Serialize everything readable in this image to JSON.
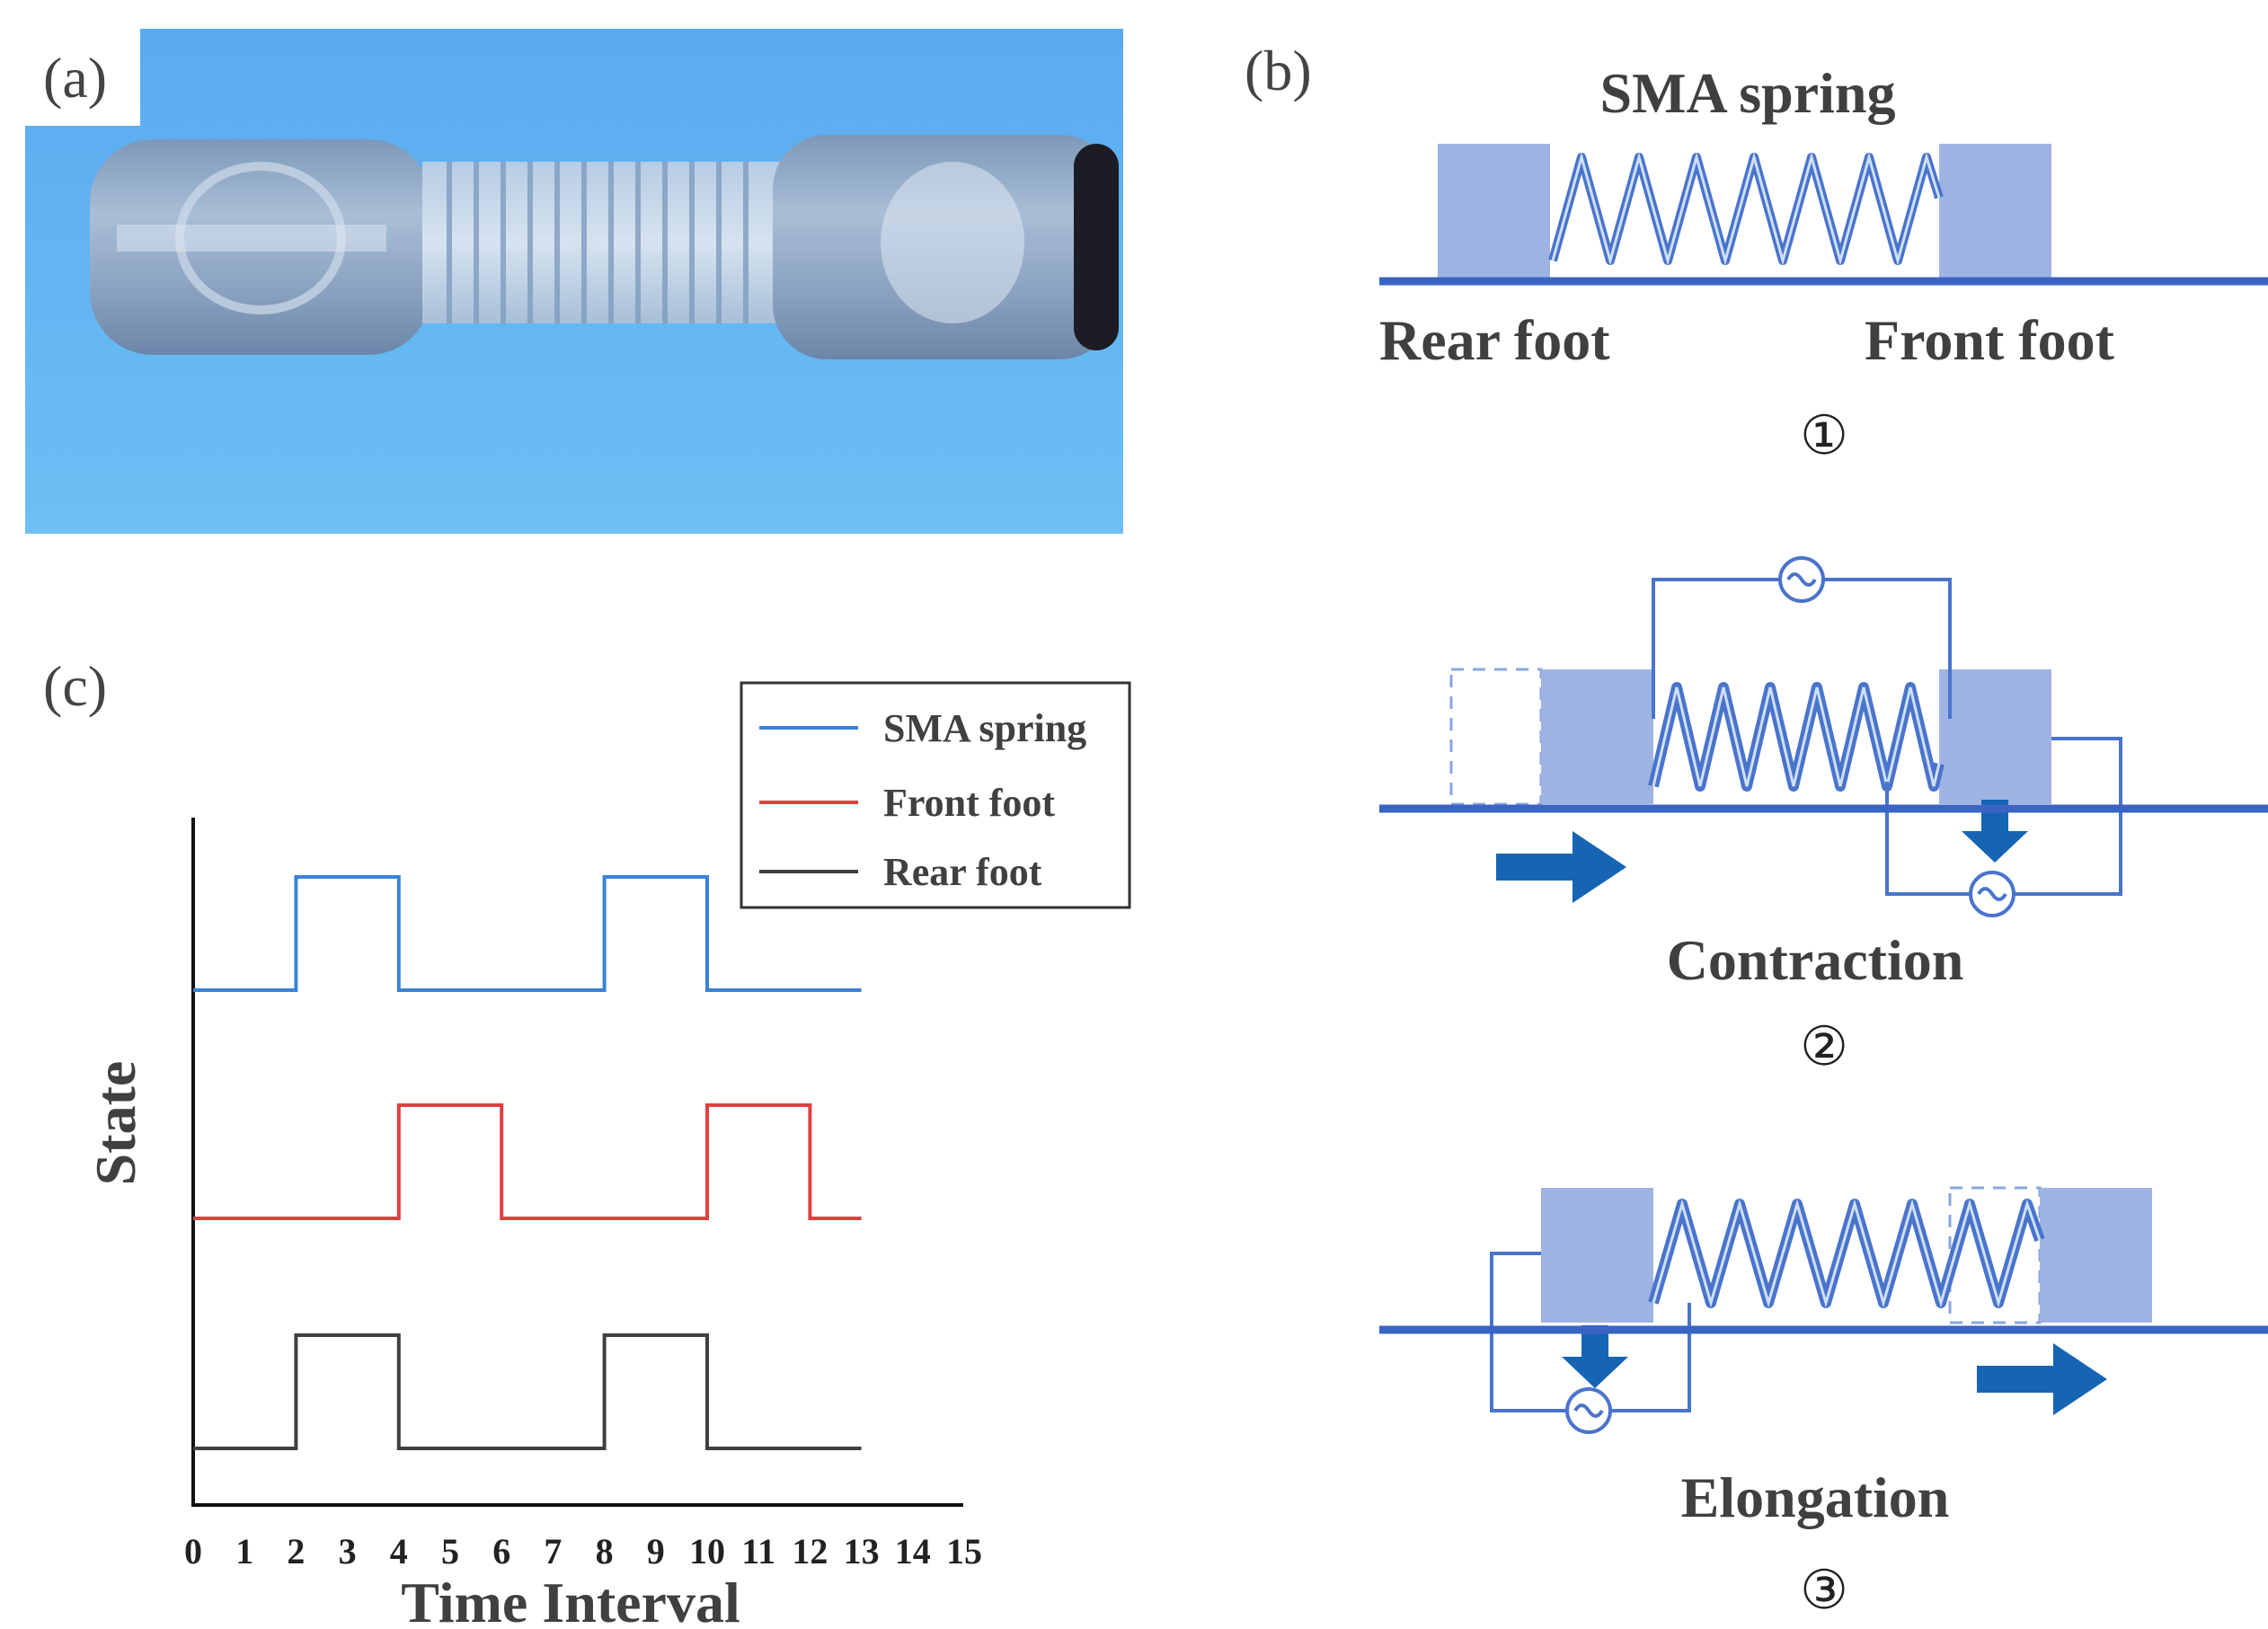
{
  "panels": {
    "a": {
      "label": "(a)"
    },
    "b": {
      "label": "(b)",
      "title": "SMA spring",
      "rear_foot": "Rear foot",
      "front_foot": "Front foot",
      "step1": "①",
      "step2_title": "Contraction",
      "step2": "②",
      "step3_title": "Elongation",
      "step3": "③"
    },
    "c": {
      "label": "(c)"
    }
  },
  "colors": {
    "photo_bg": "#5fb2ee",
    "foot_block": "#9fb3e3",
    "spring": "#4a74cc",
    "ground": "#3a64c4",
    "arrow": "#1664b4",
    "sma_line": "#3b82d8",
    "front_line": "#e04040",
    "rear_line": "#404040"
  },
  "chart_data": {
    "type": "line",
    "xlabel": "Time Interval",
    "ylabel": "State",
    "x_ticks": [
      "0",
      "1",
      "2",
      "3",
      "4",
      "5",
      "6",
      "7",
      "8",
      "9",
      "10",
      "11",
      "12",
      "13",
      "14",
      "15"
    ],
    "xlim": [
      0,
      15
    ],
    "legend_position": "top-right",
    "grid": false,
    "series": [
      {
        "name": "SMA spring",
        "color": "#3b82d8",
        "points": [
          [
            0,
            0
          ],
          [
            2,
            0
          ],
          [
            2,
            1
          ],
          [
            4,
            1
          ],
          [
            4,
            0
          ],
          [
            8,
            0
          ],
          [
            8,
            1
          ],
          [
            10,
            1
          ],
          [
            10,
            0
          ],
          [
            13,
            0
          ]
        ]
      },
      {
        "name": "Front foot",
        "color": "#e04040",
        "points": [
          [
            0,
            0
          ],
          [
            4,
            0
          ],
          [
            4,
            1
          ],
          [
            6,
            1
          ],
          [
            6,
            0
          ],
          [
            10,
            0
          ],
          [
            10,
            1
          ],
          [
            12,
            1
          ],
          [
            12,
            0
          ],
          [
            13,
            0
          ]
        ]
      },
      {
        "name": "Rear foot",
        "color": "#404040",
        "points": [
          [
            0,
            0
          ],
          [
            2,
            0
          ],
          [
            2,
            1
          ],
          [
            4,
            1
          ],
          [
            4,
            0
          ],
          [
            8,
            0
          ],
          [
            8,
            1
          ],
          [
            10,
            1
          ],
          [
            10,
            0
          ],
          [
            13,
            0
          ]
        ]
      }
    ]
  }
}
